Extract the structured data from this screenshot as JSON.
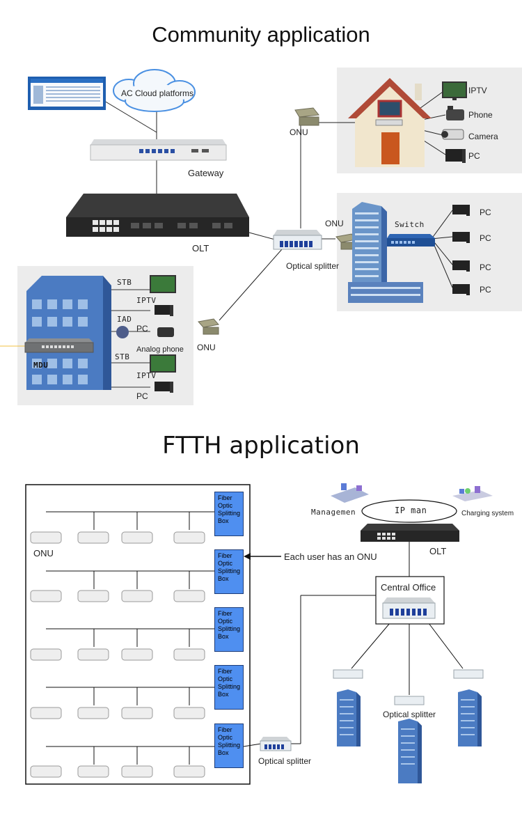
{
  "community": {
    "title": "Community application",
    "cloud_label": "AC Cloud platforms",
    "gateway_label": "Gateway",
    "olt_label": "OLT",
    "optical_splitter_label": "Optical splitter",
    "onu_labels": [
      "ONU",
      "ONU",
      "ONU"
    ],
    "house_devices": [
      "IPTV",
      "Phone",
      "Camera",
      "PC"
    ],
    "switch_label": "Switch",
    "switch_pcs": [
      "PC",
      "PC",
      "PC",
      "PC"
    ],
    "mdu": {
      "label": "MDU",
      "stb_labels": [
        "STB",
        "STB"
      ],
      "iad_label": "IAD",
      "iptv_labels": [
        "IPTV",
        "IPTV"
      ],
      "pc_labels": [
        "PC",
        "PC"
      ],
      "phone_label": "Analog phone"
    }
  },
  "ftth": {
    "title": "FTTH application",
    "onu_label": "ONU",
    "splitting_box_label": "Fiber Optic Splitting Box",
    "annotation": "Each user has an ONU",
    "optical_splitter_label": "Optical splitter",
    "management_label": "Managemen",
    "ipman_label": "IP man",
    "charging_label": "Charging system",
    "olt_label": "OLT",
    "central_office_label": "Central Office",
    "optical_splitter_label_2": "Optical splitter"
  },
  "colors": {
    "splitting_box": "#4f8ff0",
    "panel_bg": "#ececec",
    "device_dark": "#2b2b2b",
    "building_blue": "#4b7bc2"
  }
}
